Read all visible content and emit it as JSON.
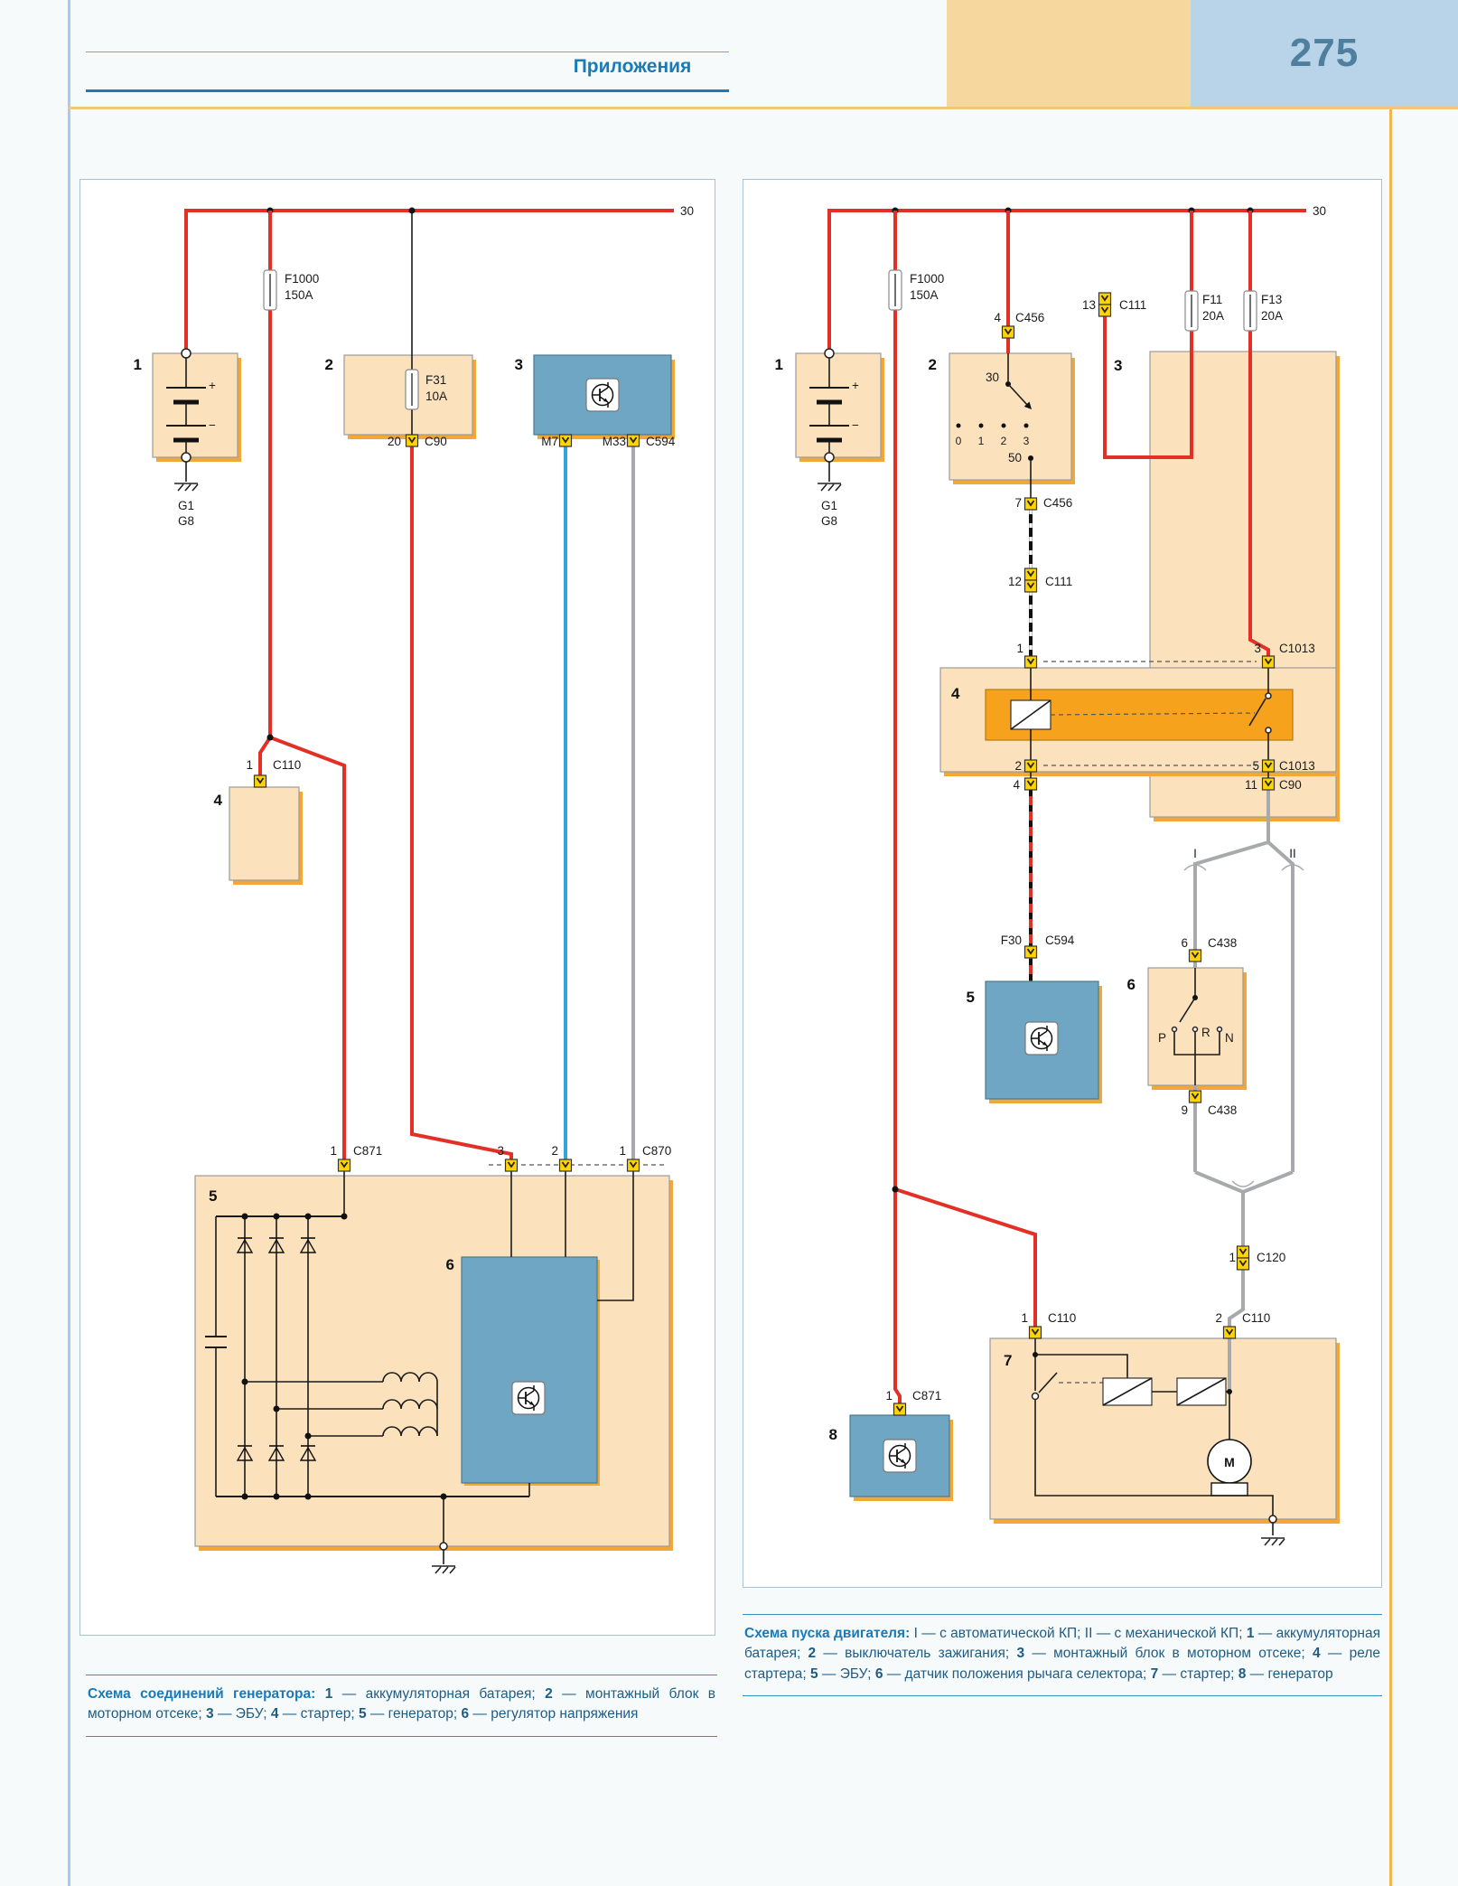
{
  "header": {
    "title": "Приложения",
    "page_number": "275"
  },
  "labels": {
    "bus": "30",
    "f1000": "F1000",
    "a150": "150A",
    "plus": "+",
    "minus": "−",
    "g1": "G1",
    "g8": "G8",
    "n0": "0",
    "n1": "1",
    "n2": "2",
    "n3": "3",
    "n4": "4",
    "n5": "5",
    "n6": "6",
    "n7": "7",
    "n8": "8",
    "n9": "9",
    "n11": "11",
    "n12": "12",
    "n13": "13",
    "n20": "20",
    "n50": "50",
    "f31": "F31",
    "a10": "10A",
    "f11": "F11",
    "f13": "F13",
    "a20": "20A",
    "f30": "F30",
    "m7": "M7",
    "m33": "M33",
    "m": "M",
    "c90": "C90",
    "c110": "C110",
    "c111": "C111",
    "c120": "C120",
    "c438": "C438",
    "c456": "C456",
    "c594": "C594",
    "c870": "C870",
    "c871": "C871",
    "c1013": "C1013",
    "p": "P",
    "r": "R",
    "n": "N",
    "i": "I",
    "ii": "II"
  },
  "captions": {
    "left": [
      {
        "t": "Схема соединений генератора: ",
        "cls": "lead"
      },
      {
        "t": "1",
        "cls": "num"
      },
      {
        "t": " — аккумуляторная батарея; "
      },
      {
        "t": "2",
        "cls": "num"
      },
      {
        "t": " — монтажный блок в моторном отсеке; "
      },
      {
        "t": "3",
        "cls": "num"
      },
      {
        "t": " — ЭБУ; "
      },
      {
        "t": "4",
        "cls": "num"
      },
      {
        "t": " — стартер; "
      },
      {
        "t": "5",
        "cls": "num"
      },
      {
        "t": " — генератор; "
      },
      {
        "t": "6",
        "cls": "num"
      },
      {
        "t": " — регулятор напряжения"
      }
    ],
    "right": [
      {
        "t": "Схема пуска двигателя: ",
        "cls": "lead"
      },
      {
        "t": "I — с автоматической КП; II — с механической КП; "
      },
      {
        "t": "1",
        "cls": "num"
      },
      {
        "t": " — аккумуляторная батарея; "
      },
      {
        "t": "2",
        "cls": "num"
      },
      {
        "t": " — выключатель зажигания; "
      },
      {
        "t": "3",
        "cls": "num"
      },
      {
        "t": " — монтажный блок в моторном отсеке; "
      },
      {
        "t": "4",
        "cls": "num"
      },
      {
        "t": " — реле стартера; "
      },
      {
        "t": "5",
        "cls": "num"
      },
      {
        "t": " — ЭБУ; "
      },
      {
        "t": "6",
        "cls": "num"
      },
      {
        "t": " — датчик положения рычага селектора; "
      },
      {
        "t": "7",
        "cls": "num"
      },
      {
        "t": " — стартер; "
      },
      {
        "t": "8",
        "cls": "num"
      },
      {
        "t": " — генератор"
      }
    ]
  }
}
